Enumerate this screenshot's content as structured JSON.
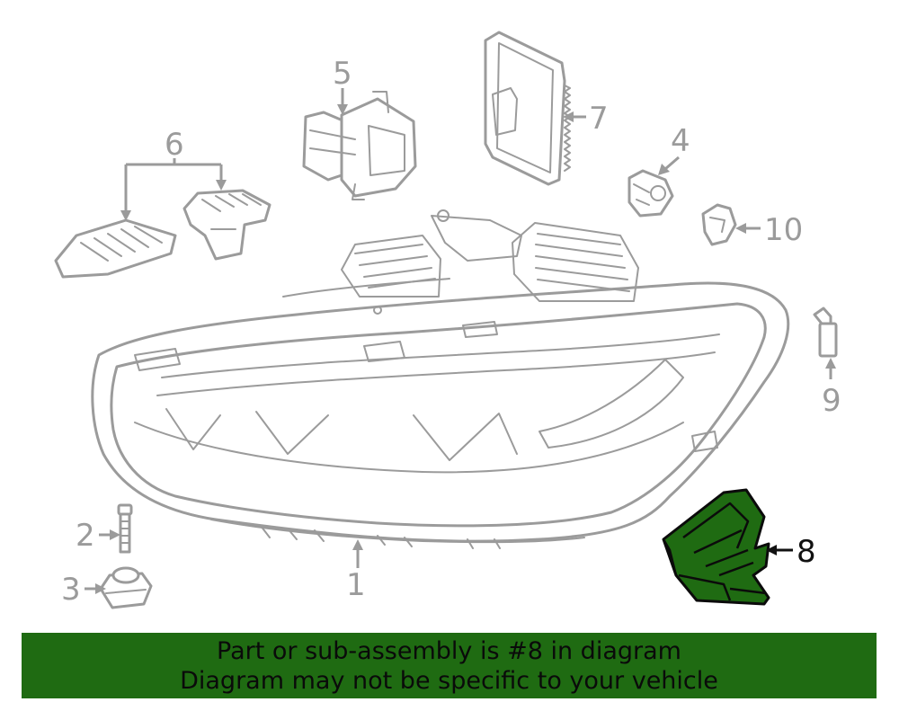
{
  "callouts": {
    "c1": "1",
    "c2": "2",
    "c3": "3",
    "c4": "4",
    "c5": "5",
    "c6": "6",
    "c7": "7",
    "c8": "8",
    "c9": "9",
    "c10": "10"
  },
  "highlighted_part": "8",
  "banner": {
    "line1": "Part or sub-assembly is #8 in diagram",
    "line2": "Diagram may not be specific to your vehicle"
  },
  "colors": {
    "highlight": "#1f6b12",
    "line_art": "#9b9b9b"
  }
}
